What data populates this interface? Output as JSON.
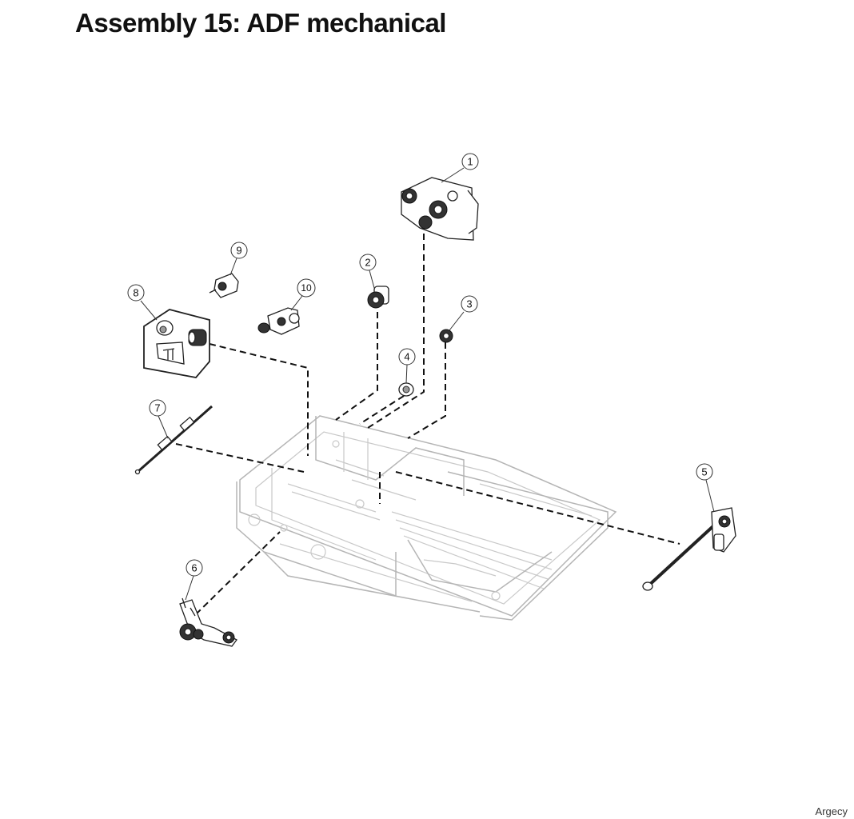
{
  "title": "Assembly 15: ADF mechanical",
  "footer": "Argecy",
  "callouts": [
    "1",
    "2",
    "3",
    "4",
    "5",
    "6",
    "7",
    "8",
    "9",
    "10"
  ]
}
